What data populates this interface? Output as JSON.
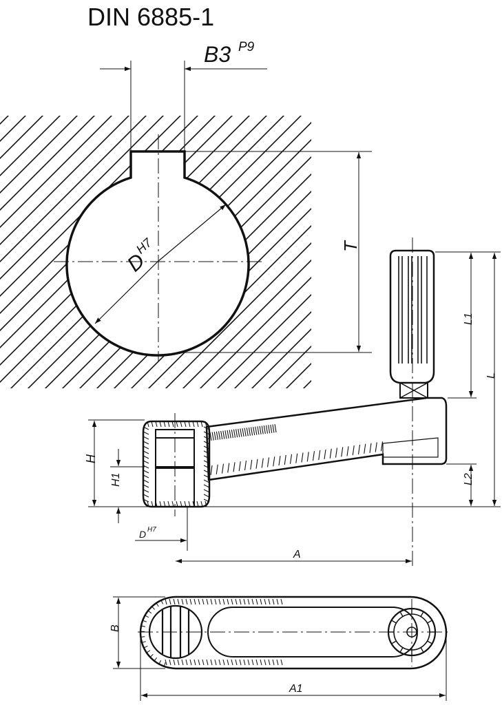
{
  "title": "DIN 6885-1",
  "keyway": {
    "b3": "B3",
    "b3_tol": "P9",
    "d": "D",
    "d_tol": "H7",
    "t": "T"
  },
  "side_view": {
    "h": "H",
    "h1": "H1",
    "l": "L",
    "l1": "L1",
    "l2": "L2",
    "d": "D",
    "d_tol": "H7",
    "a": "A"
  },
  "top_view": {
    "b": "B",
    "a1": "A1"
  },
  "colors": {
    "line": "#111111",
    "fill_light": "#eeeeee",
    "fill_mid": "#d9d9d9",
    "background": "#ffffff"
  }
}
